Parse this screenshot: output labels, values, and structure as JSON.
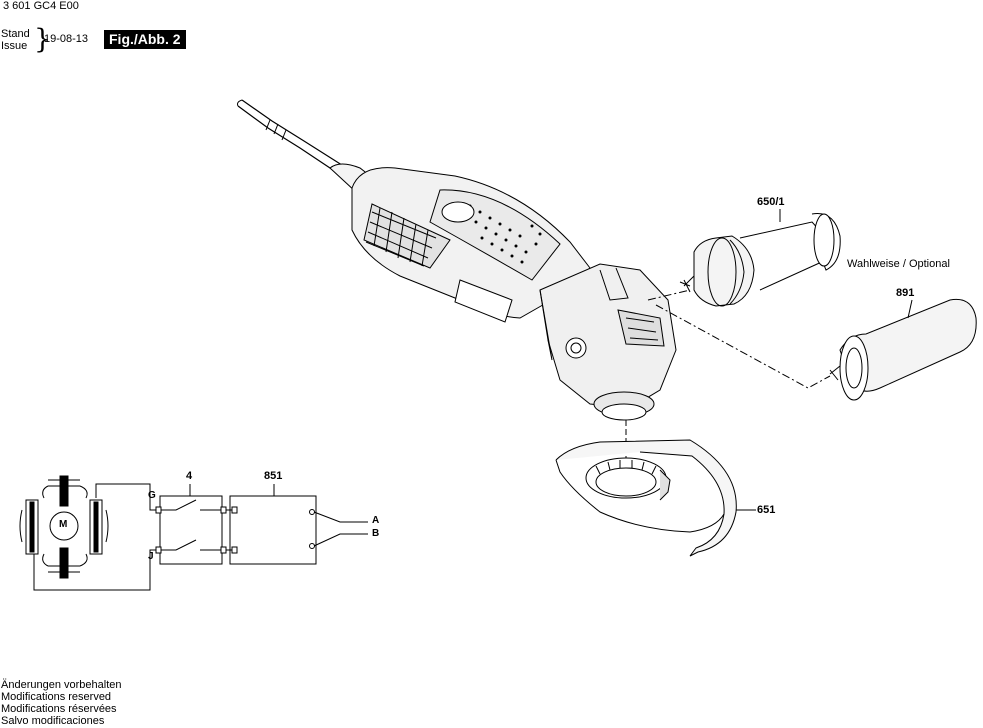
{
  "header": {
    "doc_number": "3 601 GC4 E00",
    "stand_label": "Stand",
    "issue_label": "Issue",
    "date": "19-08-13",
    "figure_label": "Fig./Abb. 2"
  },
  "parts": {
    "side_handle": "650/1",
    "optional_handle": "891",
    "guard": "651",
    "switch": "4",
    "electronics": "851"
  },
  "optional_note": "Wahlweise / Optional",
  "wiring": {
    "motor_label": "M",
    "terminal_g": "G",
    "terminal_j": "J",
    "terminal_a": "A",
    "terminal_b": "B"
  },
  "footer": {
    "lines": [
      "Änderungen vorbehalten",
      "Modifications reserved",
      "Modifications réservées",
      "Salvo modificaciones"
    ]
  }
}
